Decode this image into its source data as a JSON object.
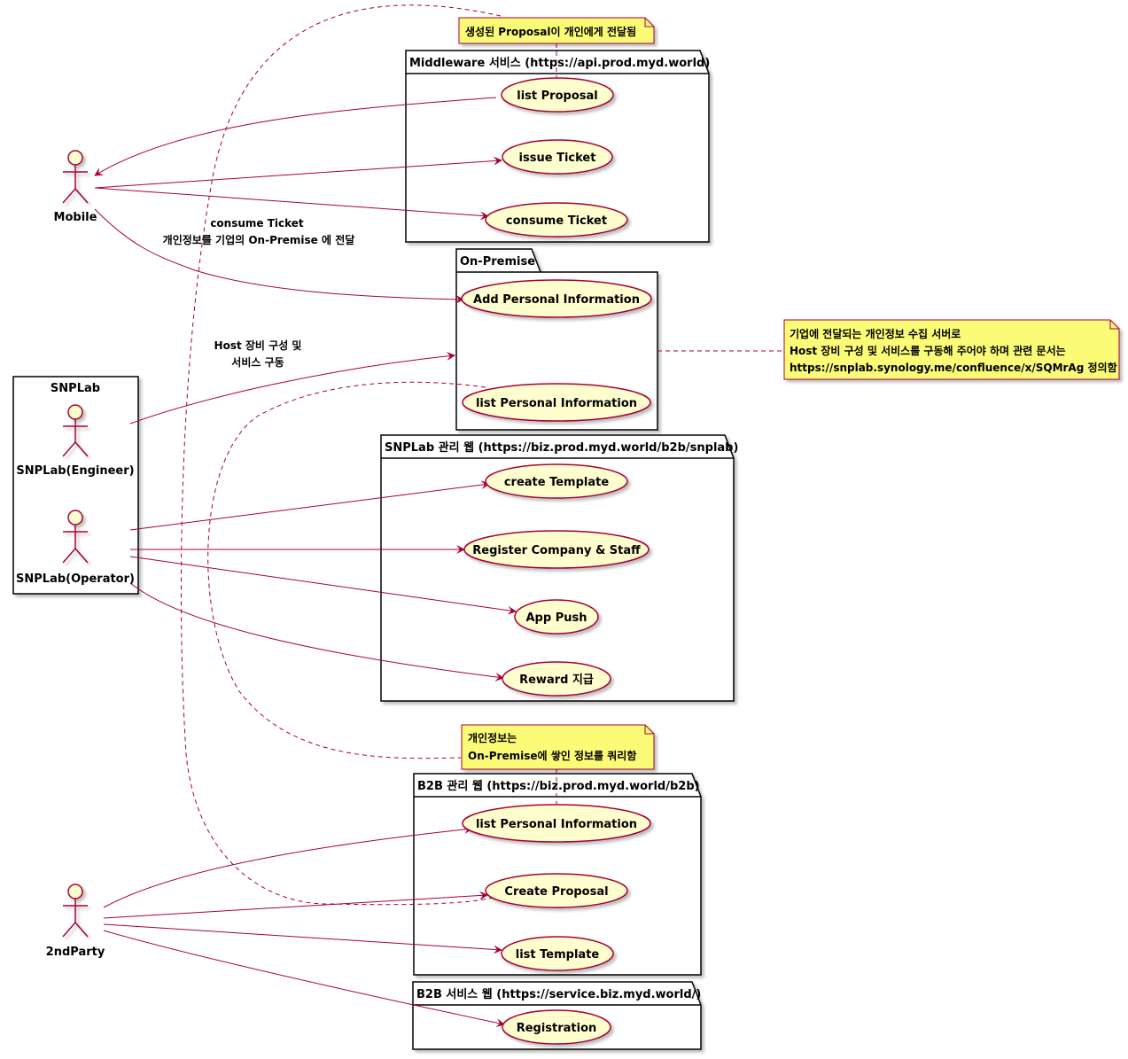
{
  "actors": {
    "mobile": "Mobile",
    "engineer": "SNPLab(Engineer)",
    "operator": "SNPLab(Operator)",
    "second_party": "2ndParty"
  },
  "groups": {
    "snplab": "SNPLab"
  },
  "packages": {
    "middleware": "Middleware 서비스 (https://api.prod.myd.world)",
    "onpremise": "On-Premise",
    "snplab_web": "SNPLab 관리 웹 (https://biz.prod.myd.world/b2b/snplab)",
    "b2b_web": "B2B 관리 웹 (https://biz.prod.myd.world/b2b)",
    "b2b_service": "B2B 서비스 웹 (https://service.biz.myd.world/)"
  },
  "usecases": {
    "list_proposal": "list Proposal",
    "issue_ticket": "issue Ticket",
    "consume_ticket": "consume Ticket",
    "add_personal": "Add Personal Information",
    "list_personal_op": "list Personal Information",
    "create_template": "create Template",
    "register_company": "Register Company & Staff",
    "app_push": "App Push",
    "reward": "Reward 지급",
    "list_personal_b2b": "list Personal Information",
    "create_proposal": "Create Proposal",
    "list_template": "list Template",
    "registration": "Registration"
  },
  "notes": {
    "proposal_note": "생성된 Proposal이 개인에게 전달됨",
    "onprem_note": [
      "기업에 전달되는 개인정보 수집 서버로",
      "Host 장비 구성 및 서비스를 구동해 주어야 하며 관련 문서는",
      "https://snplab.synology.me/confluence/x/SQMrAg 정의함"
    ],
    "query_note": [
      "개인정보는",
      "On-Premise에 쌓인 정보를 쿼리함"
    ]
  },
  "edge_labels": {
    "consume": [
      "consume Ticket",
      "개인정보를 기업의 On-Premise 에 전달"
    ],
    "host": [
      "Host 장비 구성 및",
      "서비스 구동"
    ]
  },
  "colors": {
    "line": "#a80036",
    "usecase_fill": "#fefece",
    "note_fill": "#fbfb77"
  }
}
